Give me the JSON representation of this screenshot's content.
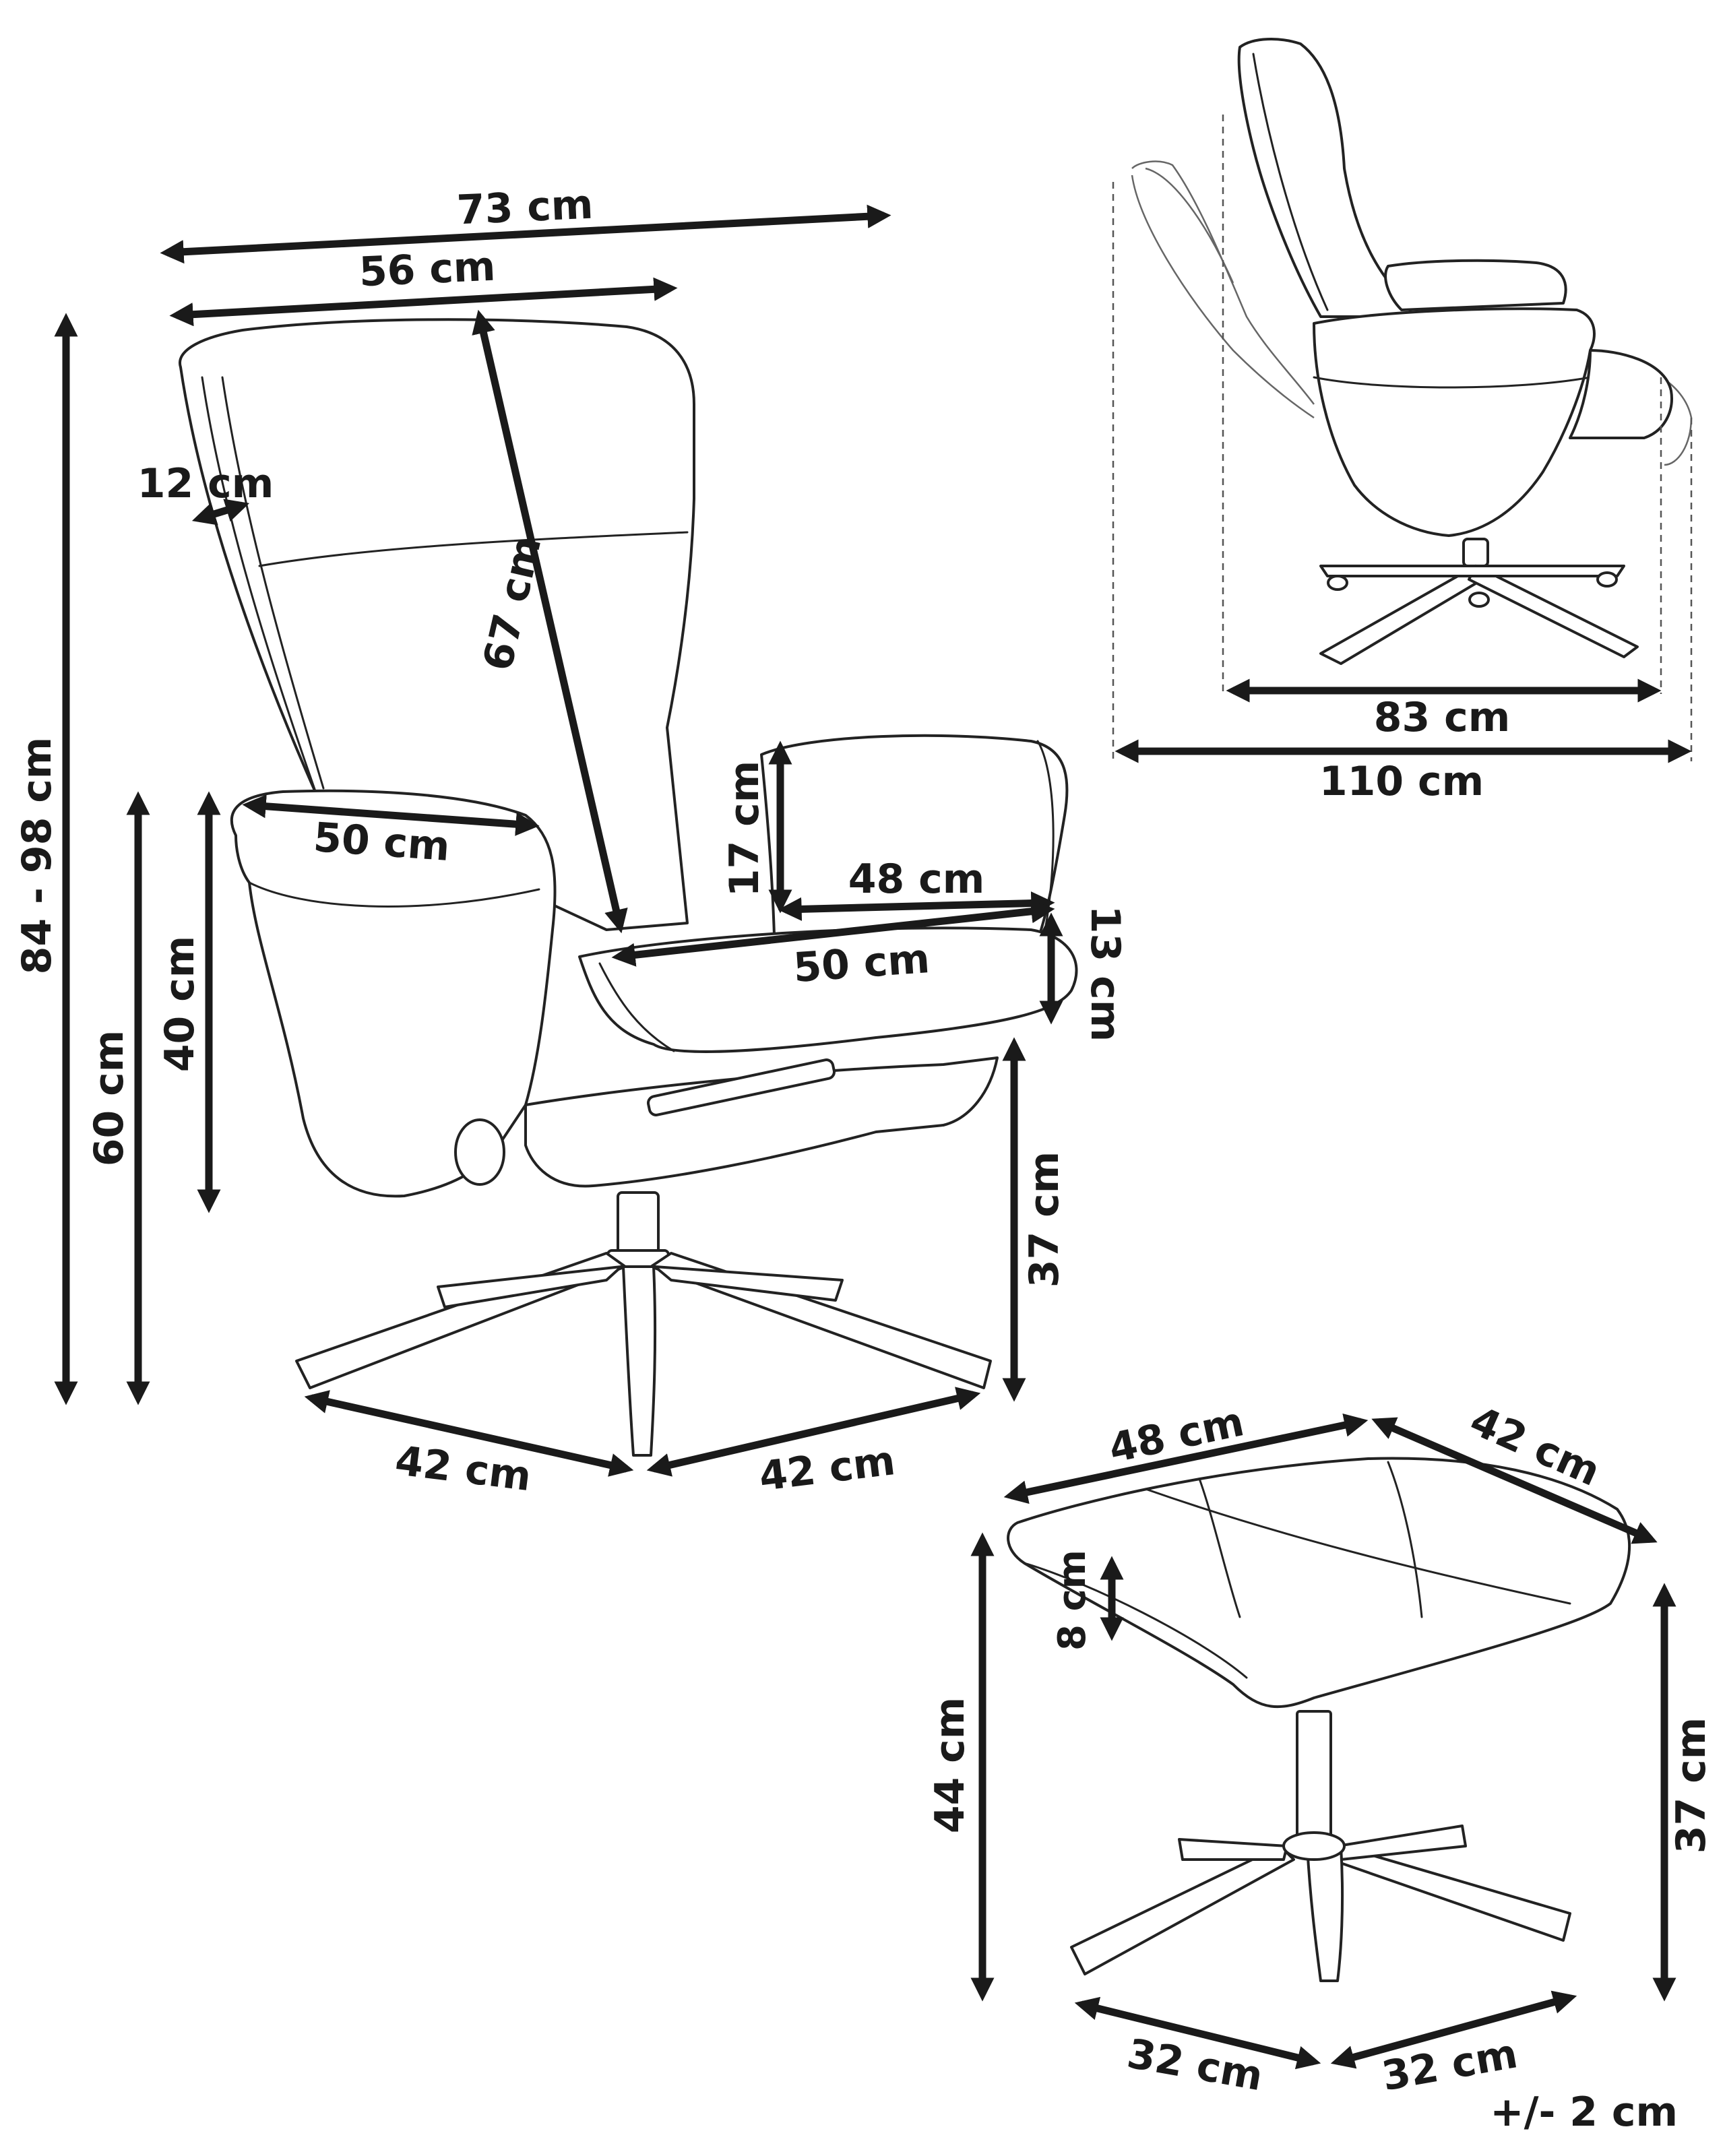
{
  "chair": {
    "total_width": "73 cm",
    "back_width": "56 cm",
    "back_thickness": "12 cm",
    "back_height": "67 cm",
    "total_height": "84 - 98 cm",
    "armrest_height": "60 cm",
    "side_height": "40 cm",
    "armrest_length": "50 cm",
    "arm_above_seat": "17 cm",
    "seat_width": "48 cm",
    "seat_depth": "50 cm",
    "seat_thickness": "13 cm",
    "seat_floor_height": "37 cm",
    "base_left": "42 cm",
    "base_right": "42 cm"
  },
  "side_view": {
    "depth_upright": "83 cm",
    "depth_reclined": "110 cm"
  },
  "ottoman": {
    "width": "48 cm",
    "depth": "42 cm",
    "cushion_thickness": "8 cm",
    "height_front": "44 cm",
    "height_back": "37 cm",
    "base_left": "32 cm",
    "base_right": "32 cm"
  },
  "tolerance": "+/- 2 cm",
  "colors": {
    "line": "#1a1a1a",
    "background": "#ffffff"
  }
}
